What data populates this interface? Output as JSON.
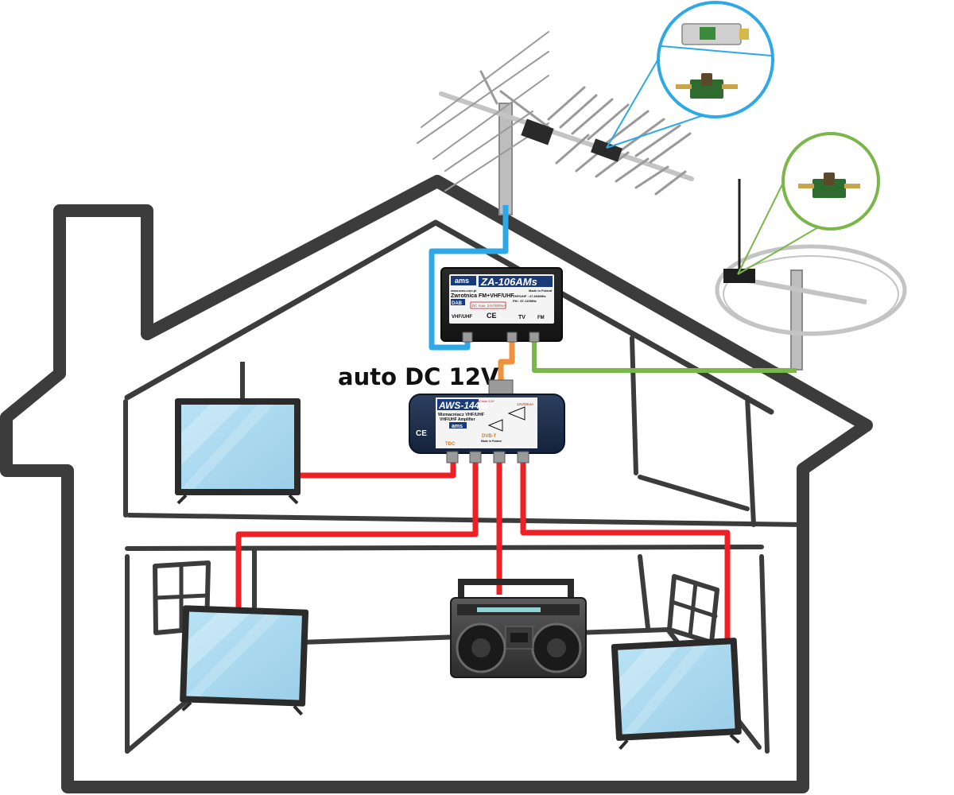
{
  "label": {
    "power": "auto DC 12V"
  },
  "splitter": {
    "brand": "ams",
    "model": "ZA-106AMs",
    "url": "www.ams.com.pl",
    "origin": "Made in Poland",
    "description": "Zwrotnica FM+VHF/UHF",
    "dab": "DAB",
    "spec_vhf": "VHF/UHF : 47-694MHz",
    "spec_fm": "FM : 87-110MHz",
    "dc_note": "DC max. 24V/300mA",
    "port_vhf": "VHF/UHF",
    "port_tv": "TV",
    "port_fm": "FM",
    "ce": "CE"
  },
  "amplifier": {
    "brand": "ams",
    "model": "AWS-144M",
    "line1": "Wzmacniacz VHF/UHF",
    "line2": "VHF/UHF Amplifier",
    "dvb": "DVB-T",
    "origin": "Made in Poland",
    "power_note": "12V/50mA",
    "dc_note": "DCmax 12V",
    "tdc": "TDC",
    "ce": "CE"
  },
  "colors": {
    "house": "#3c3c3c",
    "cable_red": "#ee2024",
    "cable_blue": "#2ea8e6",
    "cable_orange": "#f0913c",
    "cable_green": "#7ab648",
    "screen": "#a9d8f0"
  },
  "icons": [
    "yagi-antenna-icon",
    "fm-ring-antenna-icon",
    "tv-icon",
    "boombox-radio-icon",
    "pcb-balun-icon"
  ]
}
